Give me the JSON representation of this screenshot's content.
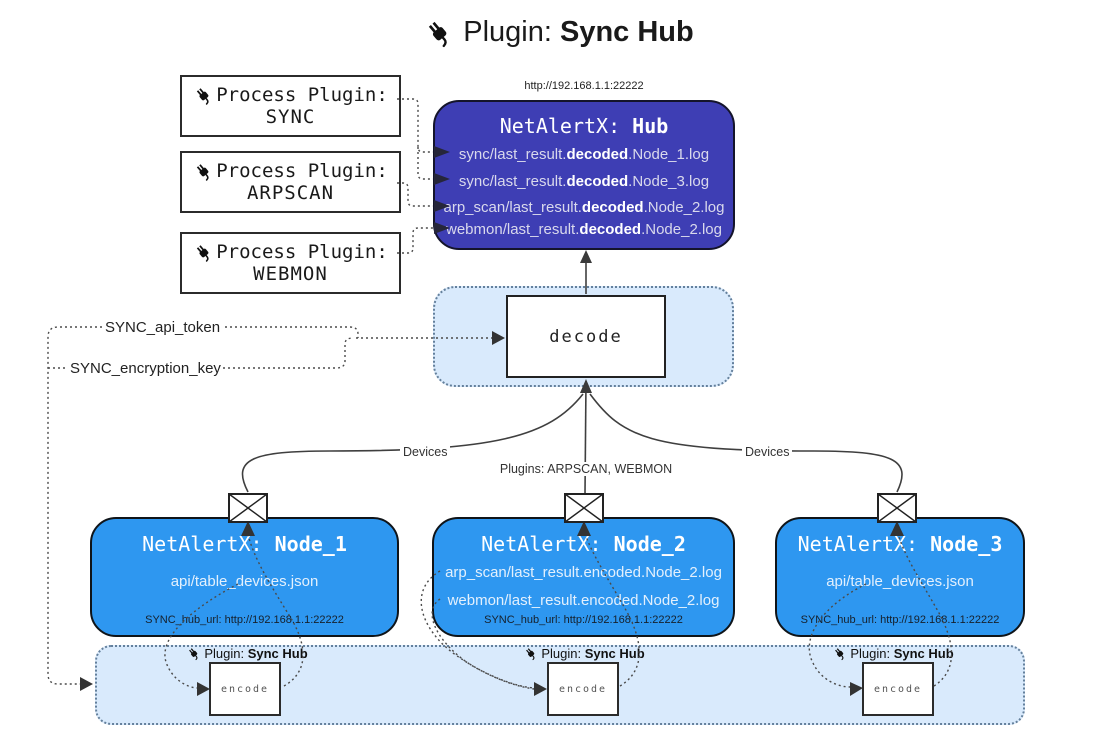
{
  "title": {
    "prefix": "Plugin:",
    "name": "Sync Hub"
  },
  "hub": {
    "url": "http://192.168.1.1:22222",
    "title_prefix": "NetAlertX:",
    "title_name": "Hub",
    "logs": [
      {
        "pre": "sync/last_result.",
        "bold": "decoded",
        "post": ".Node_1.log"
      },
      {
        "pre": "sync/last_result.",
        "bold": "decoded",
        "post": ".Node_3.log"
      },
      {
        "pre": "arp_scan/last_result.",
        "bold": "decoded",
        "post": ".Node_2.log"
      },
      {
        "pre": "webmon/last_result.",
        "bold": "decoded",
        "post": ".Node_2.log"
      }
    ]
  },
  "process_plugins": [
    {
      "label": "Process Plugin:",
      "name": "SYNC"
    },
    {
      "label": "Process Plugin:",
      "name": "ARPSCAN"
    },
    {
      "label": "Process Plugin:",
      "name": "WEBMON"
    }
  ],
  "decode": {
    "label": "decode"
  },
  "tokens": {
    "api_token": "SYNC_api_token",
    "encryption_key": "SYNC_encryption_key"
  },
  "edges": {
    "devices_left": "Devices",
    "devices_right": "Devices",
    "plugins_mid": "Plugins: ARPSCAN, WEBMON"
  },
  "nodes": [
    {
      "title_prefix": "NetAlertX:",
      "title_name": "Node_1",
      "files": [
        "api/table_devices.json"
      ],
      "hub_url": "SYNC_hub_url: http://192.168.1.1:22222"
    },
    {
      "title_prefix": "NetAlertX:",
      "title_name": "Node_2",
      "files": [
        "arp_scan/last_result.encoded.Node_2.log",
        "webmon/last_result.encoded.Node_2.log"
      ],
      "hub_url": "SYNC_hub_url: http://192.168.1.1:22222"
    },
    {
      "title_prefix": "NetAlertX:",
      "title_name": "Node_3",
      "files": [
        "api/table_devices.json"
      ],
      "hub_url": "SYNC_hub_url: http://192.168.1.1:22222"
    }
  ],
  "sync_plugins": [
    {
      "prefix": "Plugin:",
      "name": "Sync Hub",
      "action": "encode"
    },
    {
      "prefix": "Plugin:",
      "name": "Sync Hub",
      "action": "encode"
    },
    {
      "prefix": "Plugin:",
      "name": "Sync Hub",
      "action": "encode"
    }
  ],
  "colors": {
    "hub_bg": "#3e3eb4",
    "node_bg": "#2e97f0",
    "panel_bg": "#d9eafc",
    "line": "#3f3f3f"
  }
}
